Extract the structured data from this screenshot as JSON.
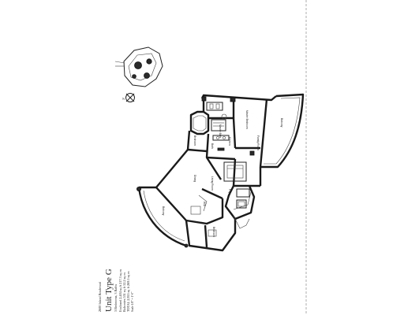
{
  "plan": {
    "address": "2600 Island Boulevard",
    "unit_type": "Unit Type G",
    "bed_bath": "3 Bedrooms, 3 Baths",
    "area_lines": [
      "Enclosed  2,404 sq ft  217.3 sq m",
      "Balconies  551 sq ft  52.2 sq m",
      "TOTAL  2,955 sq ft  269.5 sq m"
    ],
    "scale_note": "Scale 1/8\" = 1'-0\"",
    "north_label": "N"
  },
  "rooms": {
    "master_bath": "Master Bath",
    "master_bedroom": "Master Bedroom",
    "balcony_top": "Balcony",
    "bedroom_2": "Bedroom",
    "bedroom_3": "Bedroom",
    "bath": "Bath",
    "kitchen": "Kitchen",
    "family_room": "Family Room",
    "dining": "Dining",
    "living_room": "Living Room",
    "balcony_bottom": "Balcony",
    "foyer": "Foyer",
    "laundry": "W/D"
  },
  "colors": {
    "ink": "#1a1a1a",
    "paper": "#ffffff"
  }
}
